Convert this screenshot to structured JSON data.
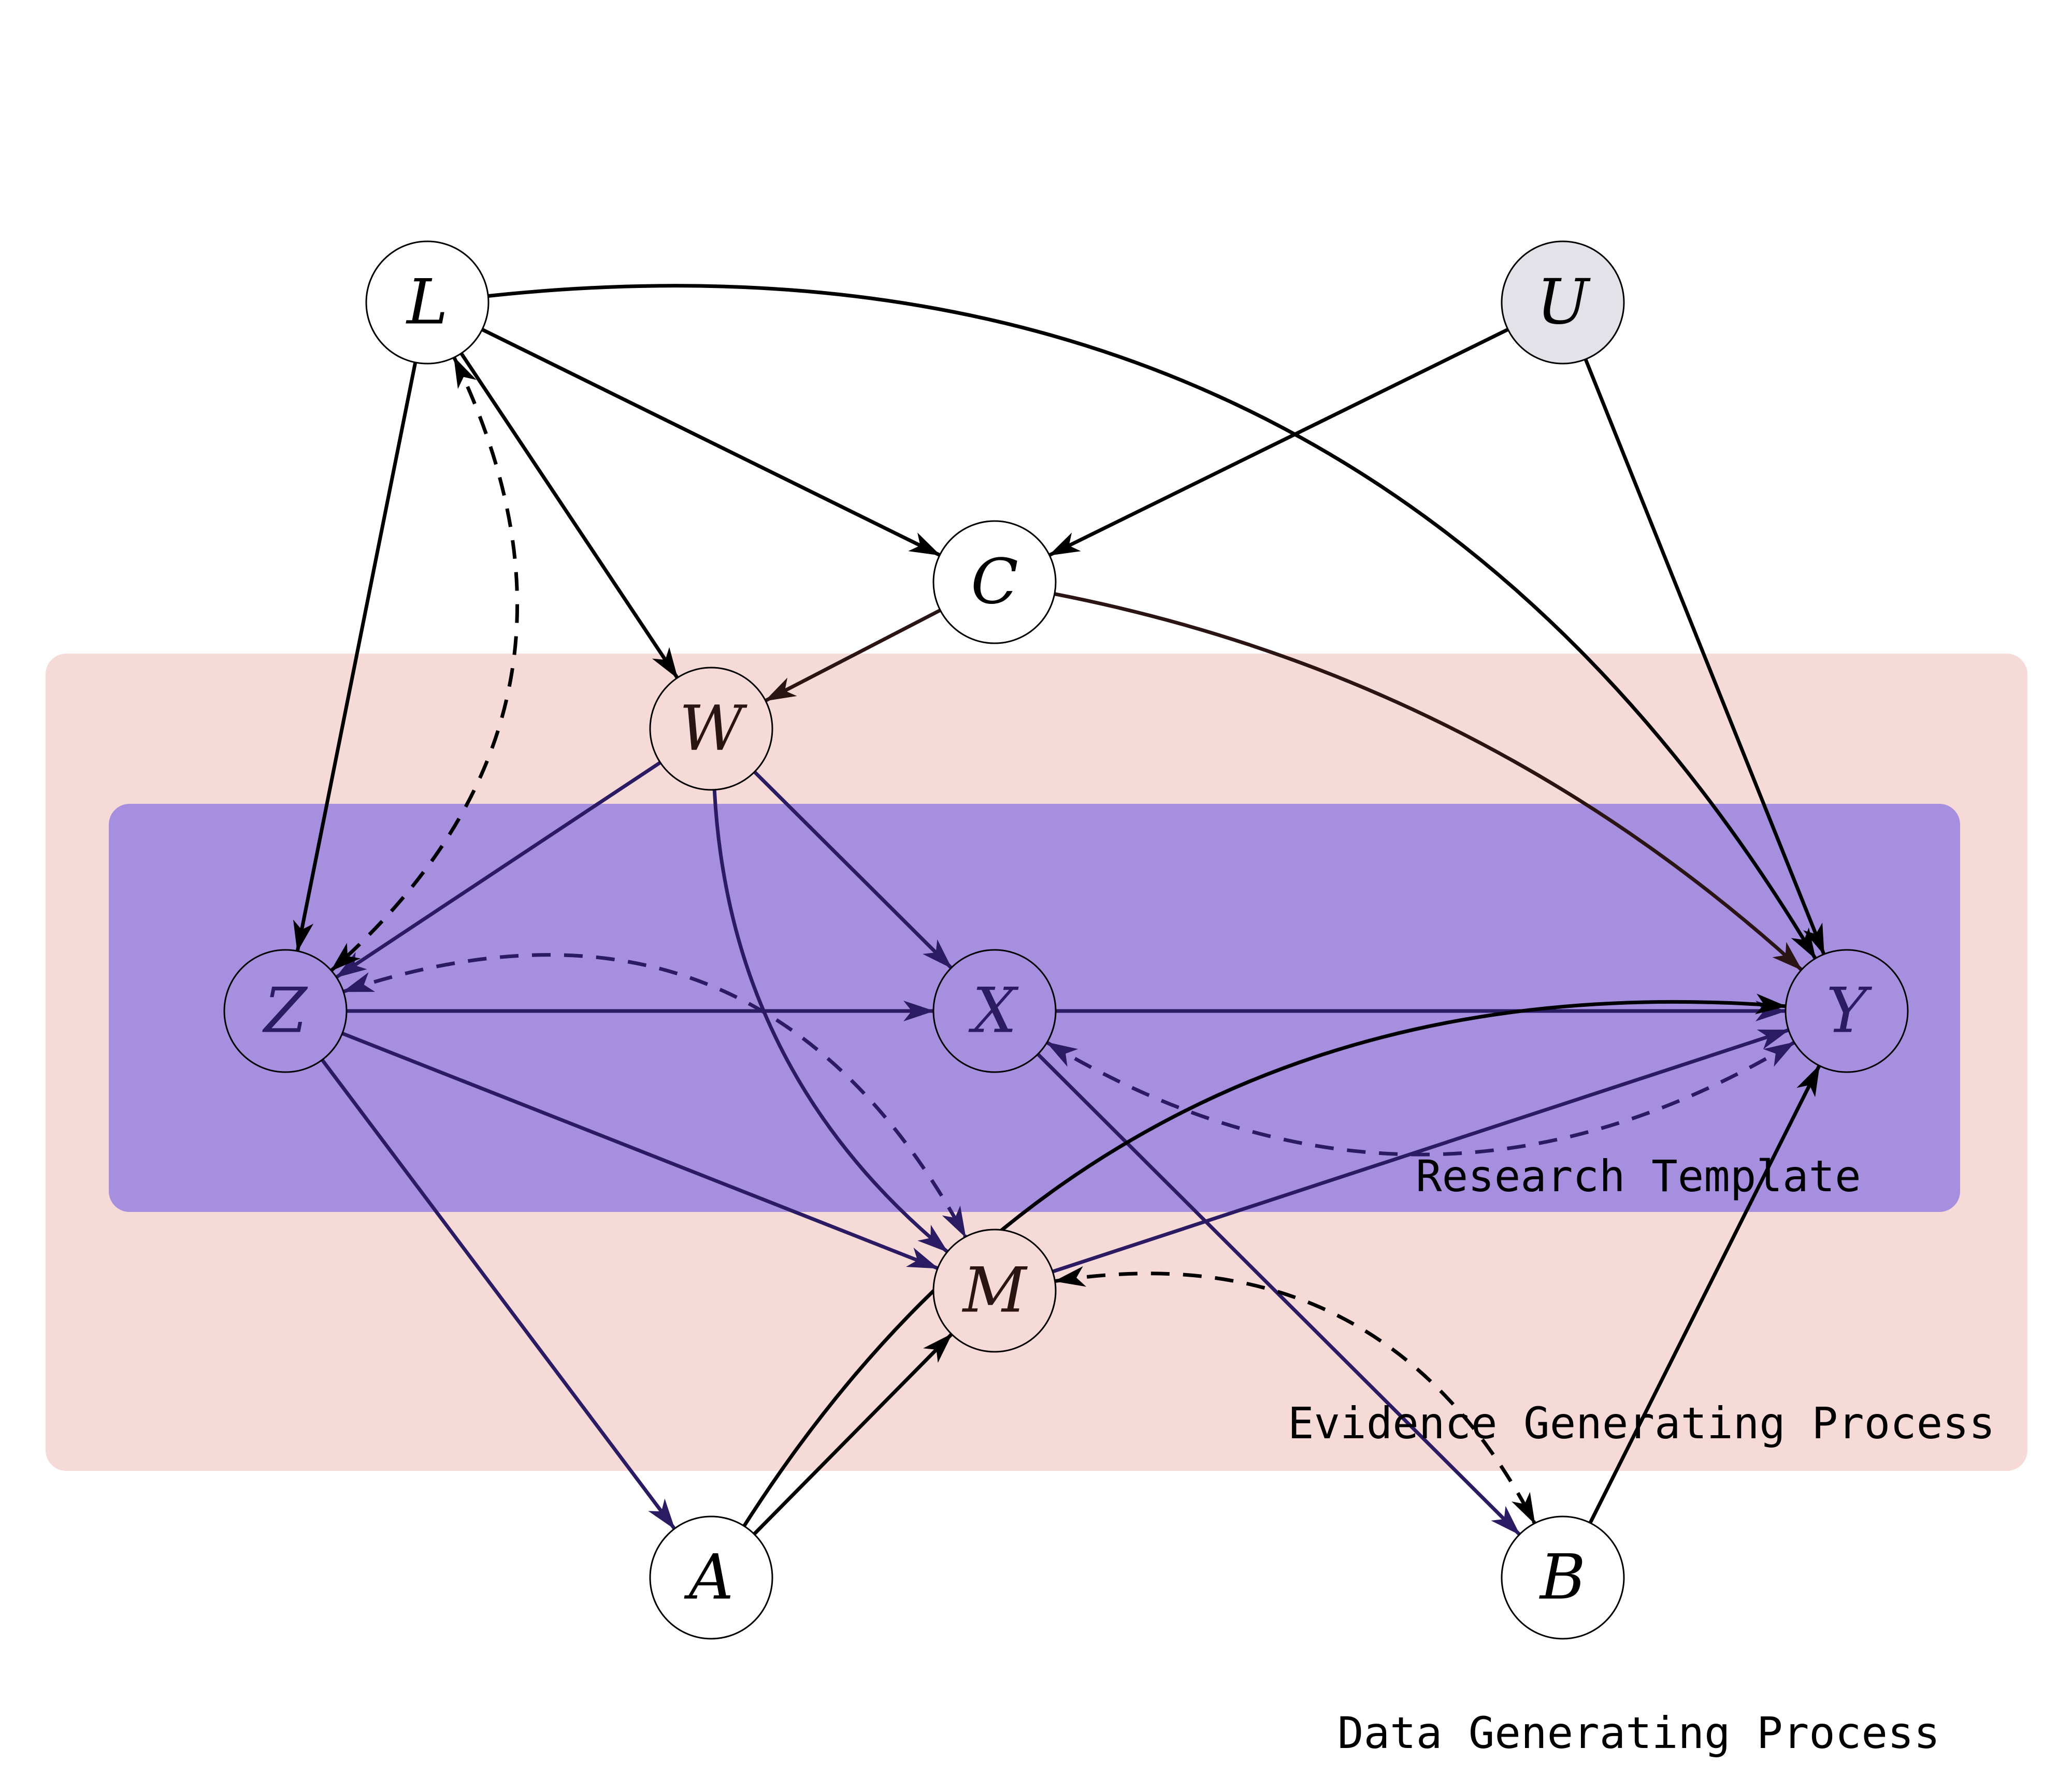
{
  "regions": {
    "evidence": {
      "label": "Evidence Generating Process",
      "color": "#f6dad7"
    },
    "research": {
      "label": "Research Template",
      "color": "#a78fe0"
    },
    "data": {
      "label": "Data Generating Process"
    }
  },
  "nodes": [
    {
      "id": "L",
      "label": "L",
      "fill": "#ffffff",
      "text": "#000000"
    },
    {
      "id": "U",
      "label": "U",
      "fill": "#e3e2e8",
      "text": "#000000"
    },
    {
      "id": "C",
      "label": "C",
      "fill": "#ffffff",
      "text": "#000000"
    },
    {
      "id": "W",
      "label": "W",
      "fill": "#f6dad7",
      "text": "#2a1414"
    },
    {
      "id": "Z",
      "label": "Z",
      "fill": "#a78fe0",
      "text": "#2a1b63"
    },
    {
      "id": "X",
      "label": "X",
      "fill": "#a78fe0",
      "text": "#2a1b63"
    },
    {
      "id": "Y",
      "label": "Y",
      "fill": "#a78fe0",
      "text": "#2a1b63"
    },
    {
      "id": "M",
      "label": "M",
      "fill": "#f6dad7",
      "text": "#2a1414"
    },
    {
      "id": "A",
      "label": "A",
      "fill": "#ffffff",
      "text": "#000000"
    },
    {
      "id": "B",
      "label": "B",
      "fill": "#ffffff",
      "text": "#000000"
    }
  ],
  "edges": [
    {
      "from": "L",
      "to": "Y",
      "type": "directed",
      "color": "#000000"
    },
    {
      "from": "L",
      "to": "C",
      "type": "directed",
      "color": "#000000"
    },
    {
      "from": "L",
      "to": "W",
      "type": "directed",
      "color": "#000000"
    },
    {
      "from": "L",
      "to": "Z",
      "type": "directed",
      "color": "#000000"
    },
    {
      "from": "U",
      "to": "C",
      "type": "directed",
      "color": "#000000"
    },
    {
      "from": "U",
      "to": "Y",
      "type": "directed",
      "color": "#000000"
    },
    {
      "from": "C",
      "to": "W",
      "type": "directed",
      "color": "#2a1414"
    },
    {
      "from": "C",
      "to": "Y",
      "type": "directed",
      "color": "#2a1414"
    },
    {
      "from": "W",
      "to": "Z",
      "type": "directed",
      "color": "#2a1b63"
    },
    {
      "from": "W",
      "to": "X",
      "type": "directed",
      "color": "#2a1b63"
    },
    {
      "from": "W",
      "to": "M",
      "type": "directed",
      "color": "#2a1b63"
    },
    {
      "from": "Z",
      "to": "X",
      "type": "directed",
      "color": "#2a1b63"
    },
    {
      "from": "Z",
      "to": "M",
      "type": "directed",
      "color": "#2a1b63"
    },
    {
      "from": "Z",
      "to": "A",
      "type": "directed",
      "color": "#2a1b63"
    },
    {
      "from": "X",
      "to": "Y",
      "type": "directed",
      "color": "#2a1b63"
    },
    {
      "from": "X",
      "to": "B",
      "type": "directed",
      "color": "#2a1b63"
    },
    {
      "from": "M",
      "to": "Y",
      "type": "directed",
      "color": "#2a1b63"
    },
    {
      "from": "A",
      "to": "M",
      "type": "directed",
      "color": "#000000"
    },
    {
      "from": "A",
      "to": "Y",
      "type": "directed",
      "color": "#000000"
    },
    {
      "from": "B",
      "to": "Y",
      "type": "directed",
      "color": "#000000"
    },
    {
      "from": "L",
      "to": "Z",
      "type": "bidirected",
      "color": "#000000"
    },
    {
      "from": "X",
      "to": "Y",
      "type": "bidirected",
      "color": "#2a1b63"
    },
    {
      "from": "Z",
      "to": "M",
      "type": "bidirected",
      "color": "#2a1b63"
    },
    {
      "from": "M",
      "to": "B",
      "type": "bidirected",
      "color": "#000000"
    }
  ]
}
